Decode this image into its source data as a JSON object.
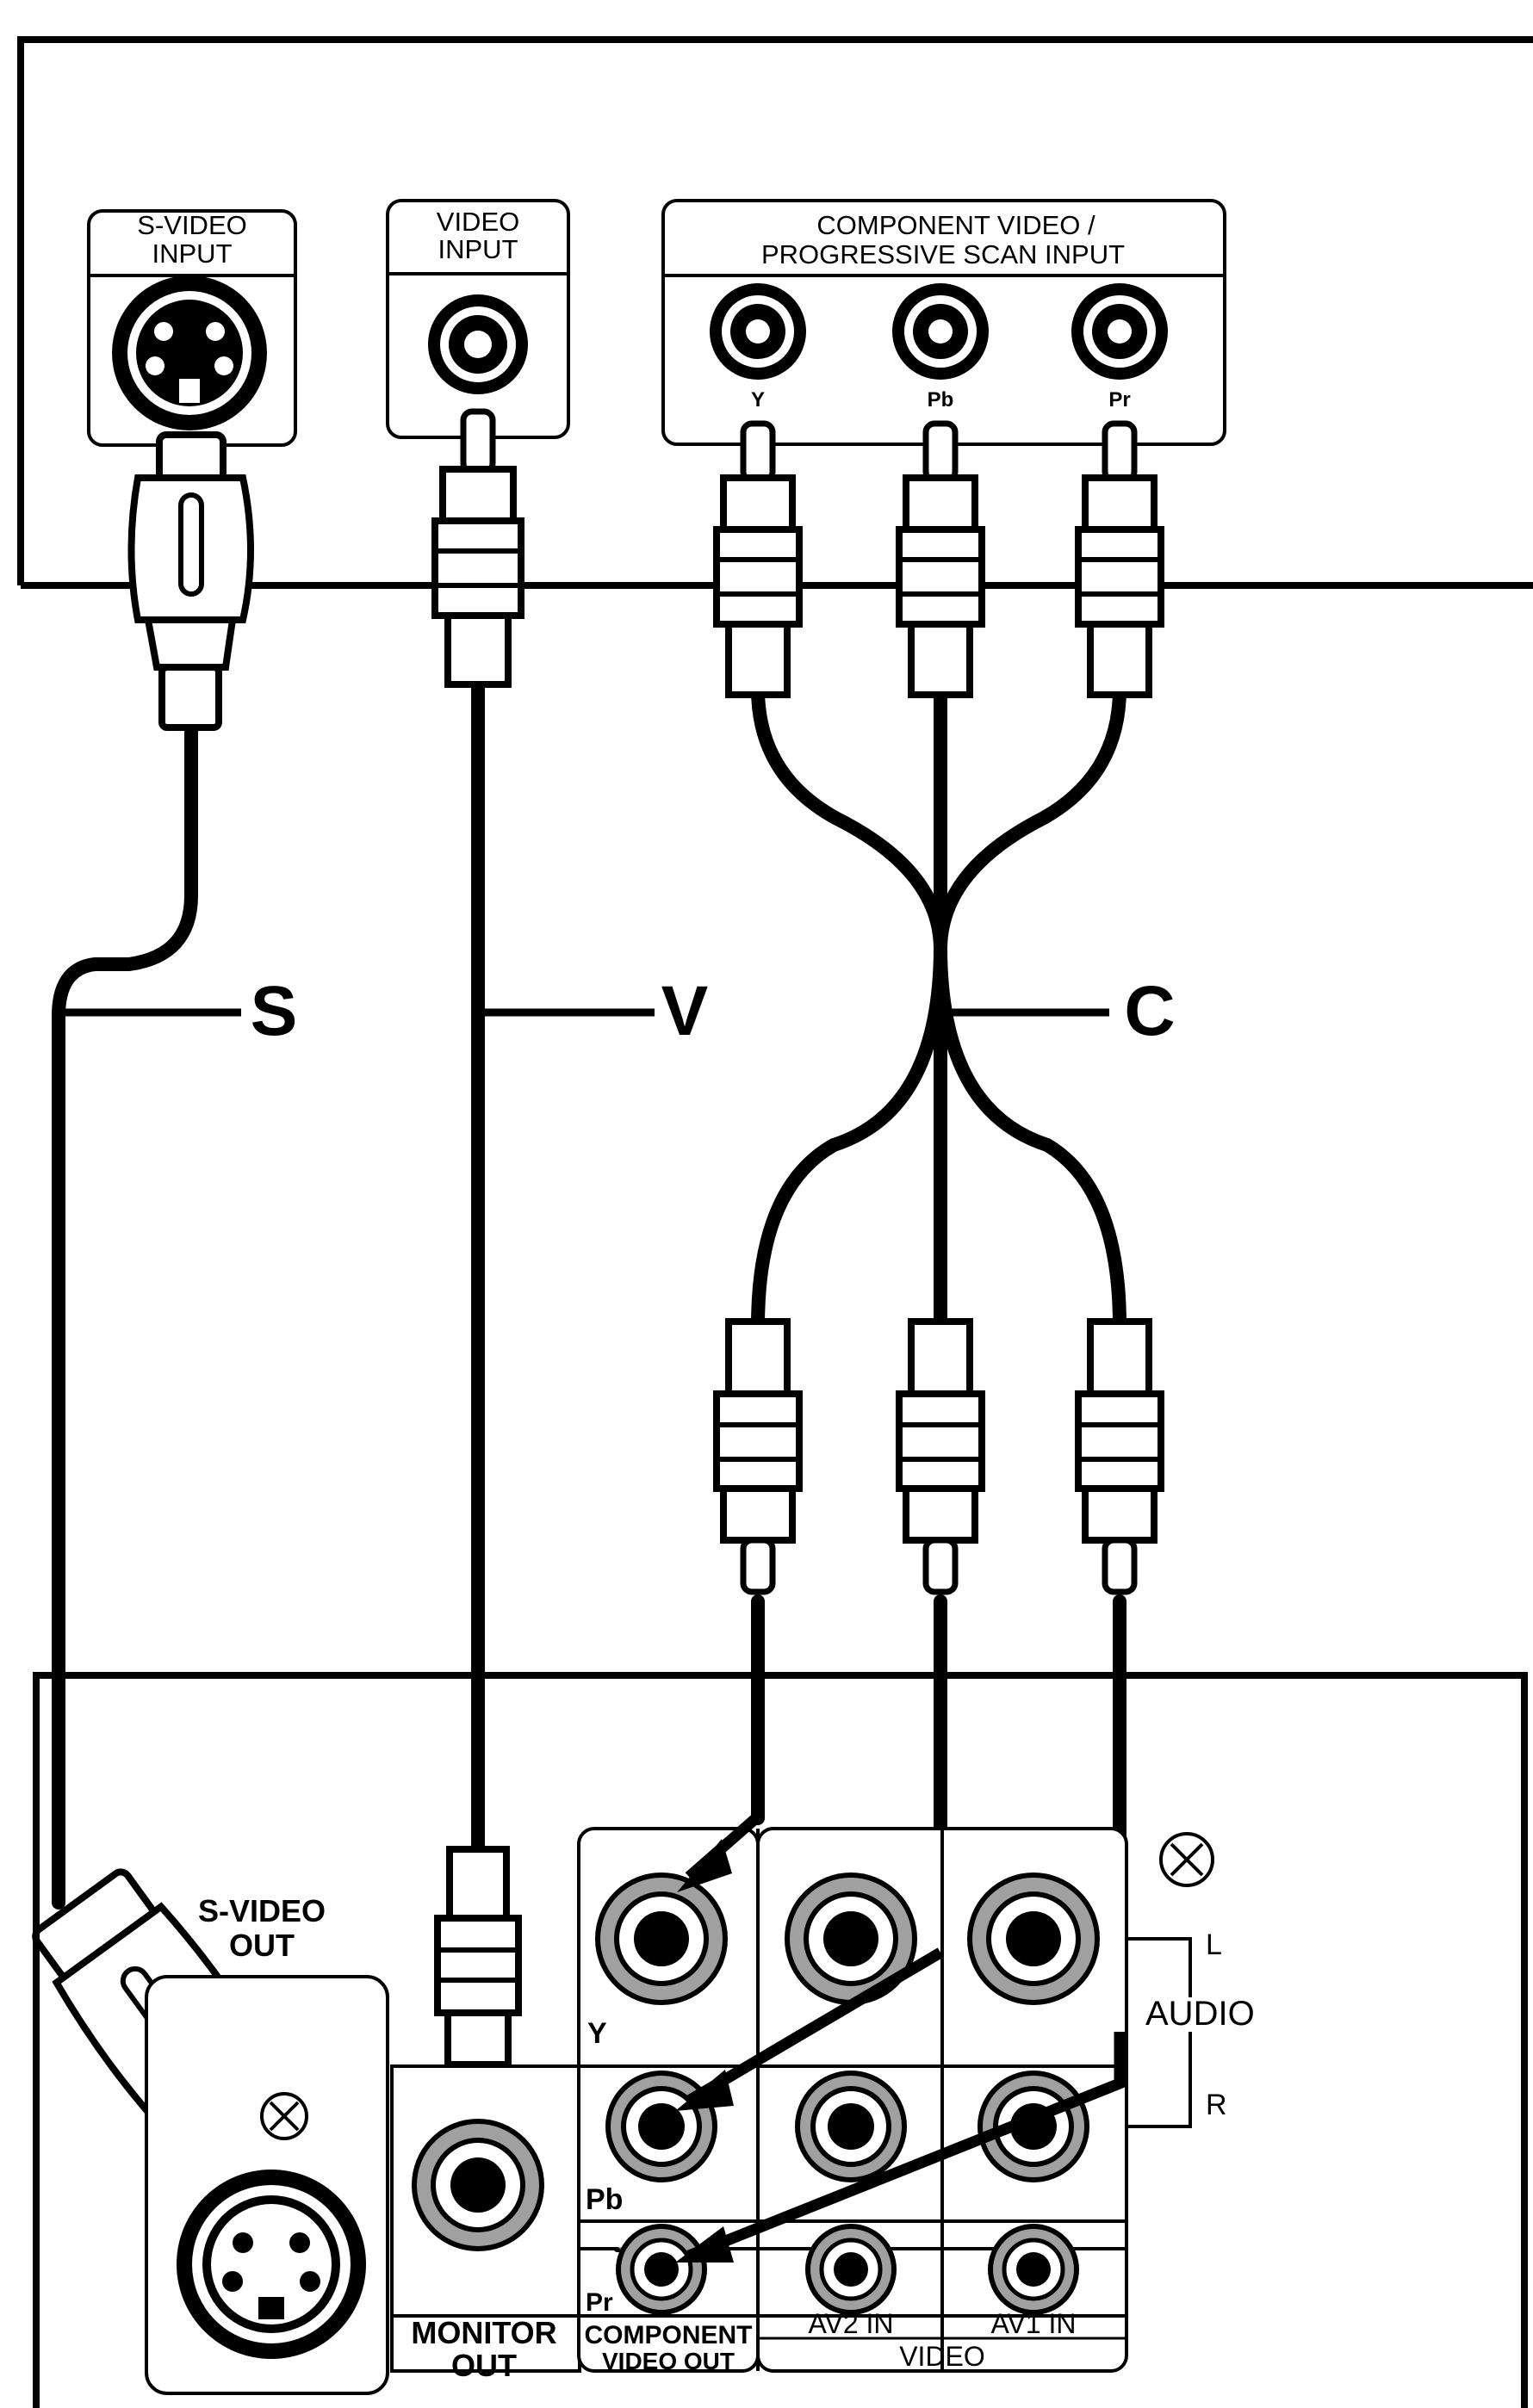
{
  "diagram": {
    "tv_panel": {
      "svideo_input_label": [
        "S-VIDEO",
        "INPUT"
      ],
      "video_input_label": [
        "VIDEO",
        "INPUT"
      ],
      "component_input_label": [
        "COMPONENT VIDEO /",
        "PROGRESSIVE SCAN INPUT"
      ],
      "component_jacks": [
        "Y",
        "Pb",
        "Pr"
      ]
    },
    "cables": {
      "s_label": "S",
      "v_label": "V",
      "c_label": "C"
    },
    "player_panel": {
      "svideo_out_label": [
        "S-VIDEO",
        "OUT"
      ],
      "jack_letters": [
        "Y",
        "Pb",
        "Pr"
      ],
      "monitor_out_label": [
        "MONITOR",
        "OUT"
      ],
      "component_out_label": [
        "COMPONENT",
        "VIDEO OUT"
      ],
      "av2_in_label": "AV2 IN",
      "av1_in_label": "AV1 IN",
      "video_label": "VIDEO",
      "audio_label": "AUDIO",
      "audio_left": "L",
      "audio_right": "R"
    },
    "colors": {
      "ink": "#000000",
      "paper": "#ffffff",
      "jack_ring": "#a0a0a0"
    }
  }
}
